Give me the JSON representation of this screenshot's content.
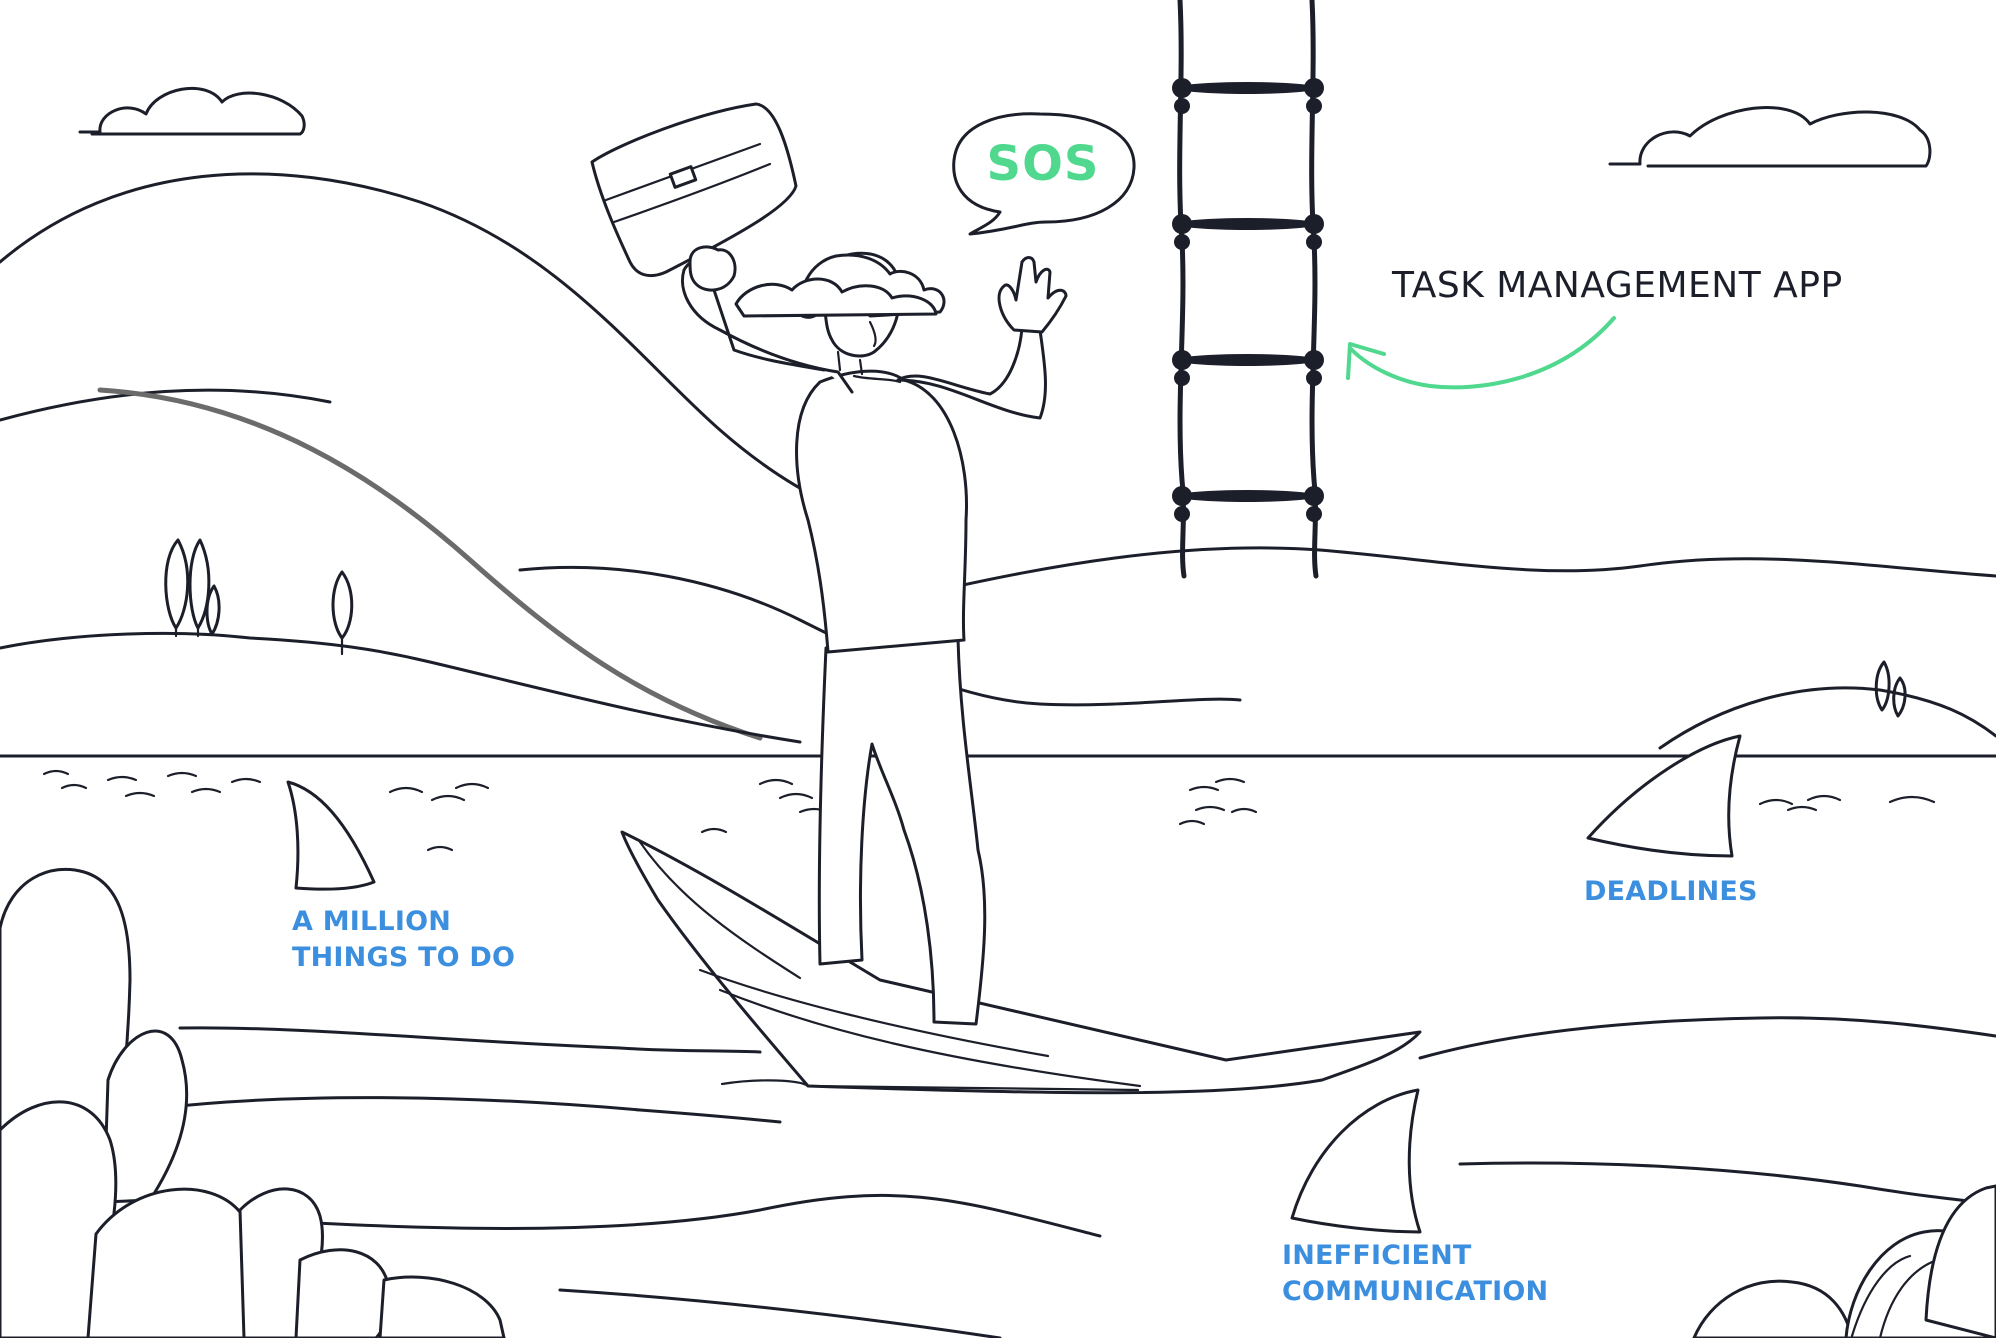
{
  "illustration": {
    "icons": {
      "man": "stranded-man-figure",
      "boat": "paper-boat",
      "ladder": "rope-ladder",
      "briefcase": "briefcase",
      "speech_bubble": "speech-bubble",
      "sharks": "shark-fin",
      "clouds": "cloud",
      "trees": "tree"
    },
    "colors": {
      "line": "#1c1f2a",
      "highlight_green": "#4fd88e",
      "label_blue": "#3b8fde",
      "background": "#ffffff"
    }
  },
  "speech_bubble": {
    "text": "SOS"
  },
  "callout": {
    "text": "TASK MANAGEMENT APP"
  },
  "shark_labels": {
    "left": [
      "A MILLION",
      "THINGS TO DO"
    ],
    "right": "DEADLINES",
    "bottom": [
      "INEFFICIENT",
      "COMMUNICATION"
    ]
  }
}
